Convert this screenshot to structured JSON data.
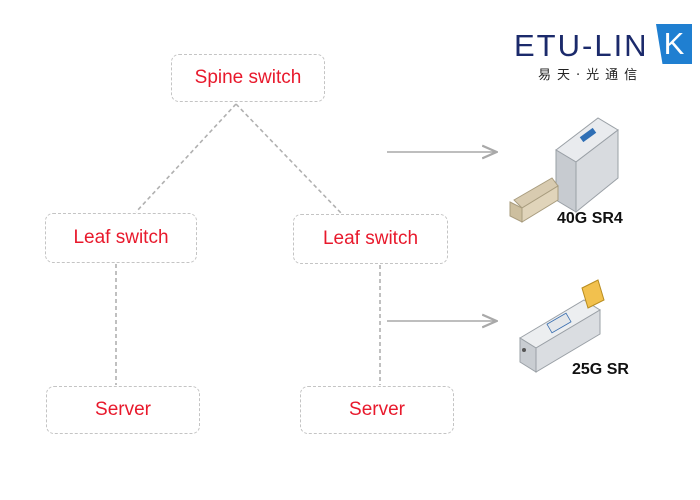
{
  "nodes": {
    "spine": "Spine switch",
    "leaf1": "Leaf switch",
    "leaf2": "Leaf switch",
    "server1": "Server",
    "server2": "Server"
  },
  "logo": {
    "text": "ETU-LIN",
    "accent_letter": "K",
    "subtitle": "易天·光通信",
    "brand_color": "#1b2a6b",
    "accent_color": "#1f7fd1"
  },
  "modules": [
    {
      "label": "40G SR4",
      "icon": "qsfp-transceiver-icon"
    },
    {
      "label": "25G SR",
      "icon": "sfp-transceiver-icon"
    }
  ],
  "colors": {
    "node_text": "#e8192c",
    "connector": "#b0b0b0",
    "arrow": "#a9a9a9"
  }
}
